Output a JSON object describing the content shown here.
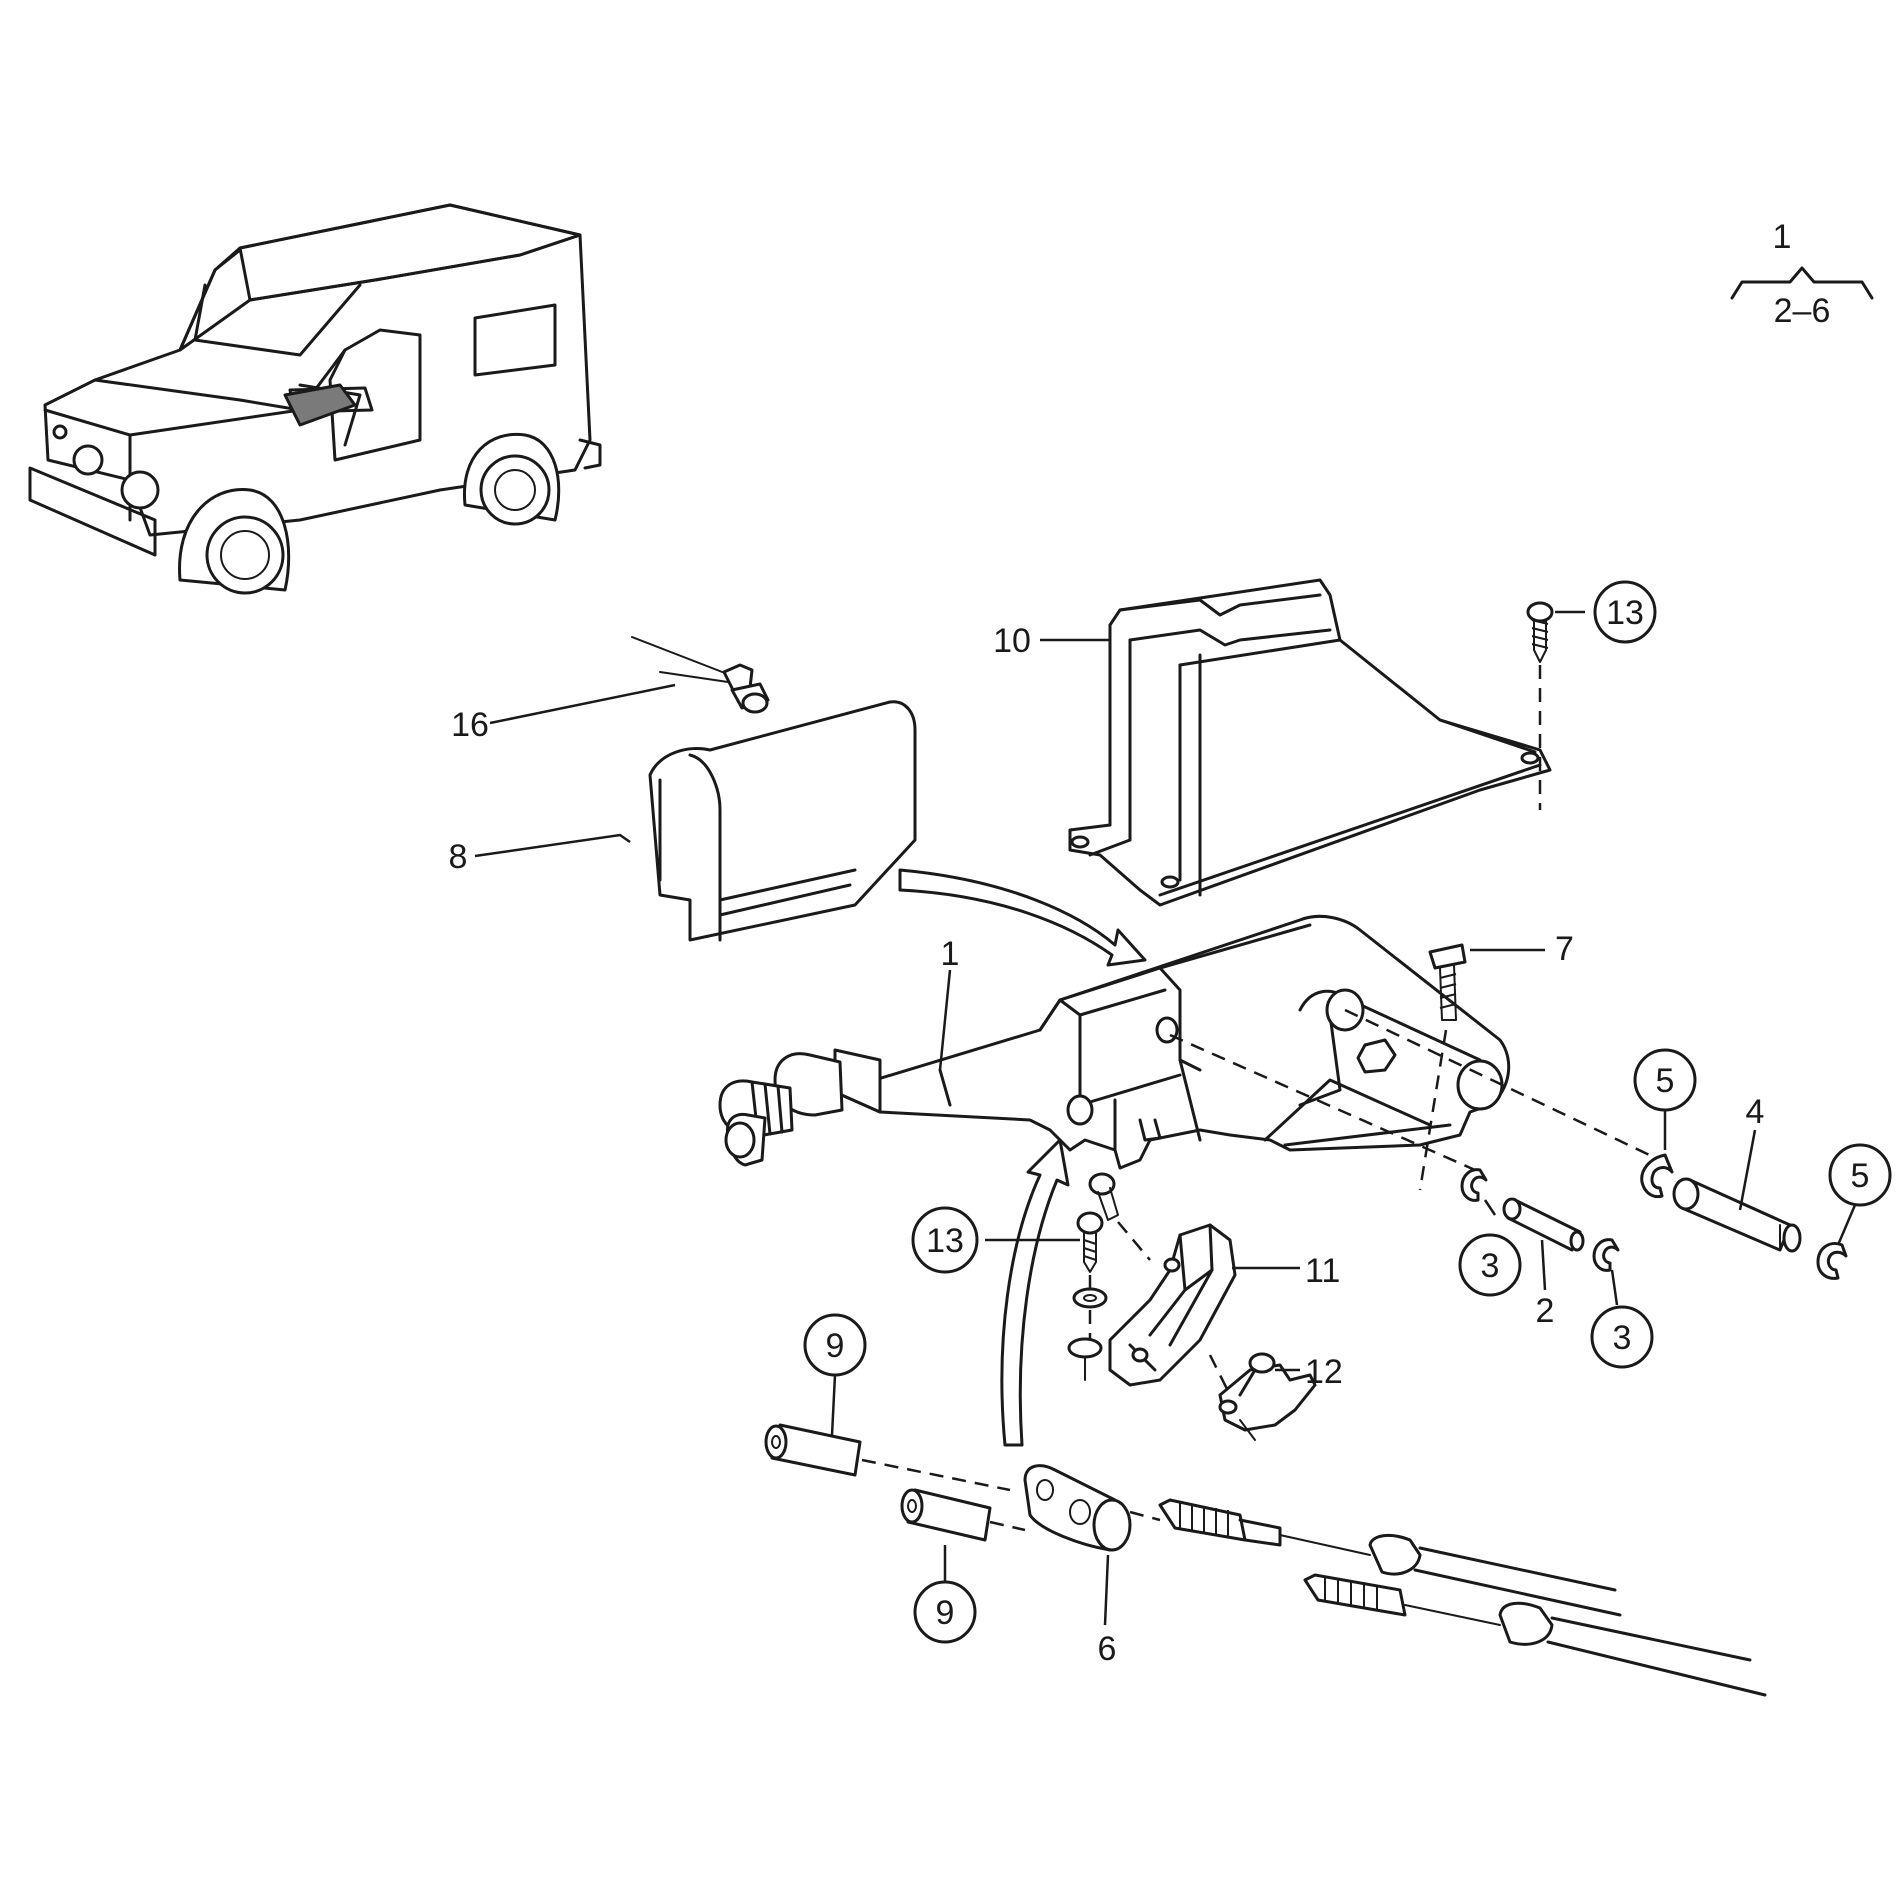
{
  "legend": {
    "assembly": "1",
    "range": "2–6"
  },
  "callouts": {
    "c1": "1",
    "c2": "2",
    "c3a": "3",
    "c3b": "3",
    "c4": "4",
    "c5a": "5",
    "c5b": "5",
    "c6": "6",
    "c7": "7",
    "c8": "8",
    "c9a": "9",
    "c9b": "9",
    "c10": "10",
    "c11": "11",
    "c12": "12",
    "c13a": "13",
    "c13b": "13",
    "c16": "16"
  },
  "icons": {
    "vehicle": "vehicle-location-icon"
  }
}
